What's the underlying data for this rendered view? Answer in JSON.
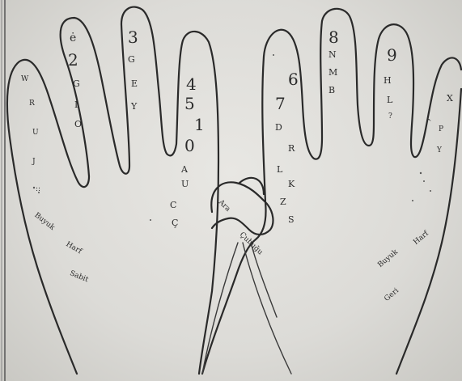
{
  "left_hand": {
    "pinky": [
      "W",
      "R",
      "U",
      "J",
      "::"
    ],
    "ring_number": "2",
    "ring": [
      "ė",
      "G",
      "I",
      "O"
    ],
    "middle_number": "3",
    "middle": [
      "G",
      "E",
      "Y"
    ],
    "index_numbers": [
      "4",
      "5",
      "1",
      "0"
    ],
    "index": [
      "A",
      "U",
      "C",
      "Ç"
    ],
    "caption": [
      "Buyuk",
      "Harf",
      "Sabit"
    ]
  },
  "right_hand": {
    "thumb_caption": [
      "Ara",
      "Çubuğu"
    ],
    "index_numbers": [
      "6",
      "7"
    ],
    "index": [
      "D",
      "R",
      "L",
      "K",
      "Z",
      "S"
    ],
    "middle_number": "8",
    "middle": [
      "N",
      "M",
      "B"
    ],
    "ring_number": "9",
    "ring": [
      "H",
      "L",
      "?"
    ],
    "pinky": [
      "X",
      "P",
      "Y",
      "^"
    ],
    "caption": [
      "Buyuk",
      "Harf",
      "Geri"
    ]
  },
  "colors": {
    "ink": "#2a2a2a",
    "paper": "#e3e2de"
  }
}
